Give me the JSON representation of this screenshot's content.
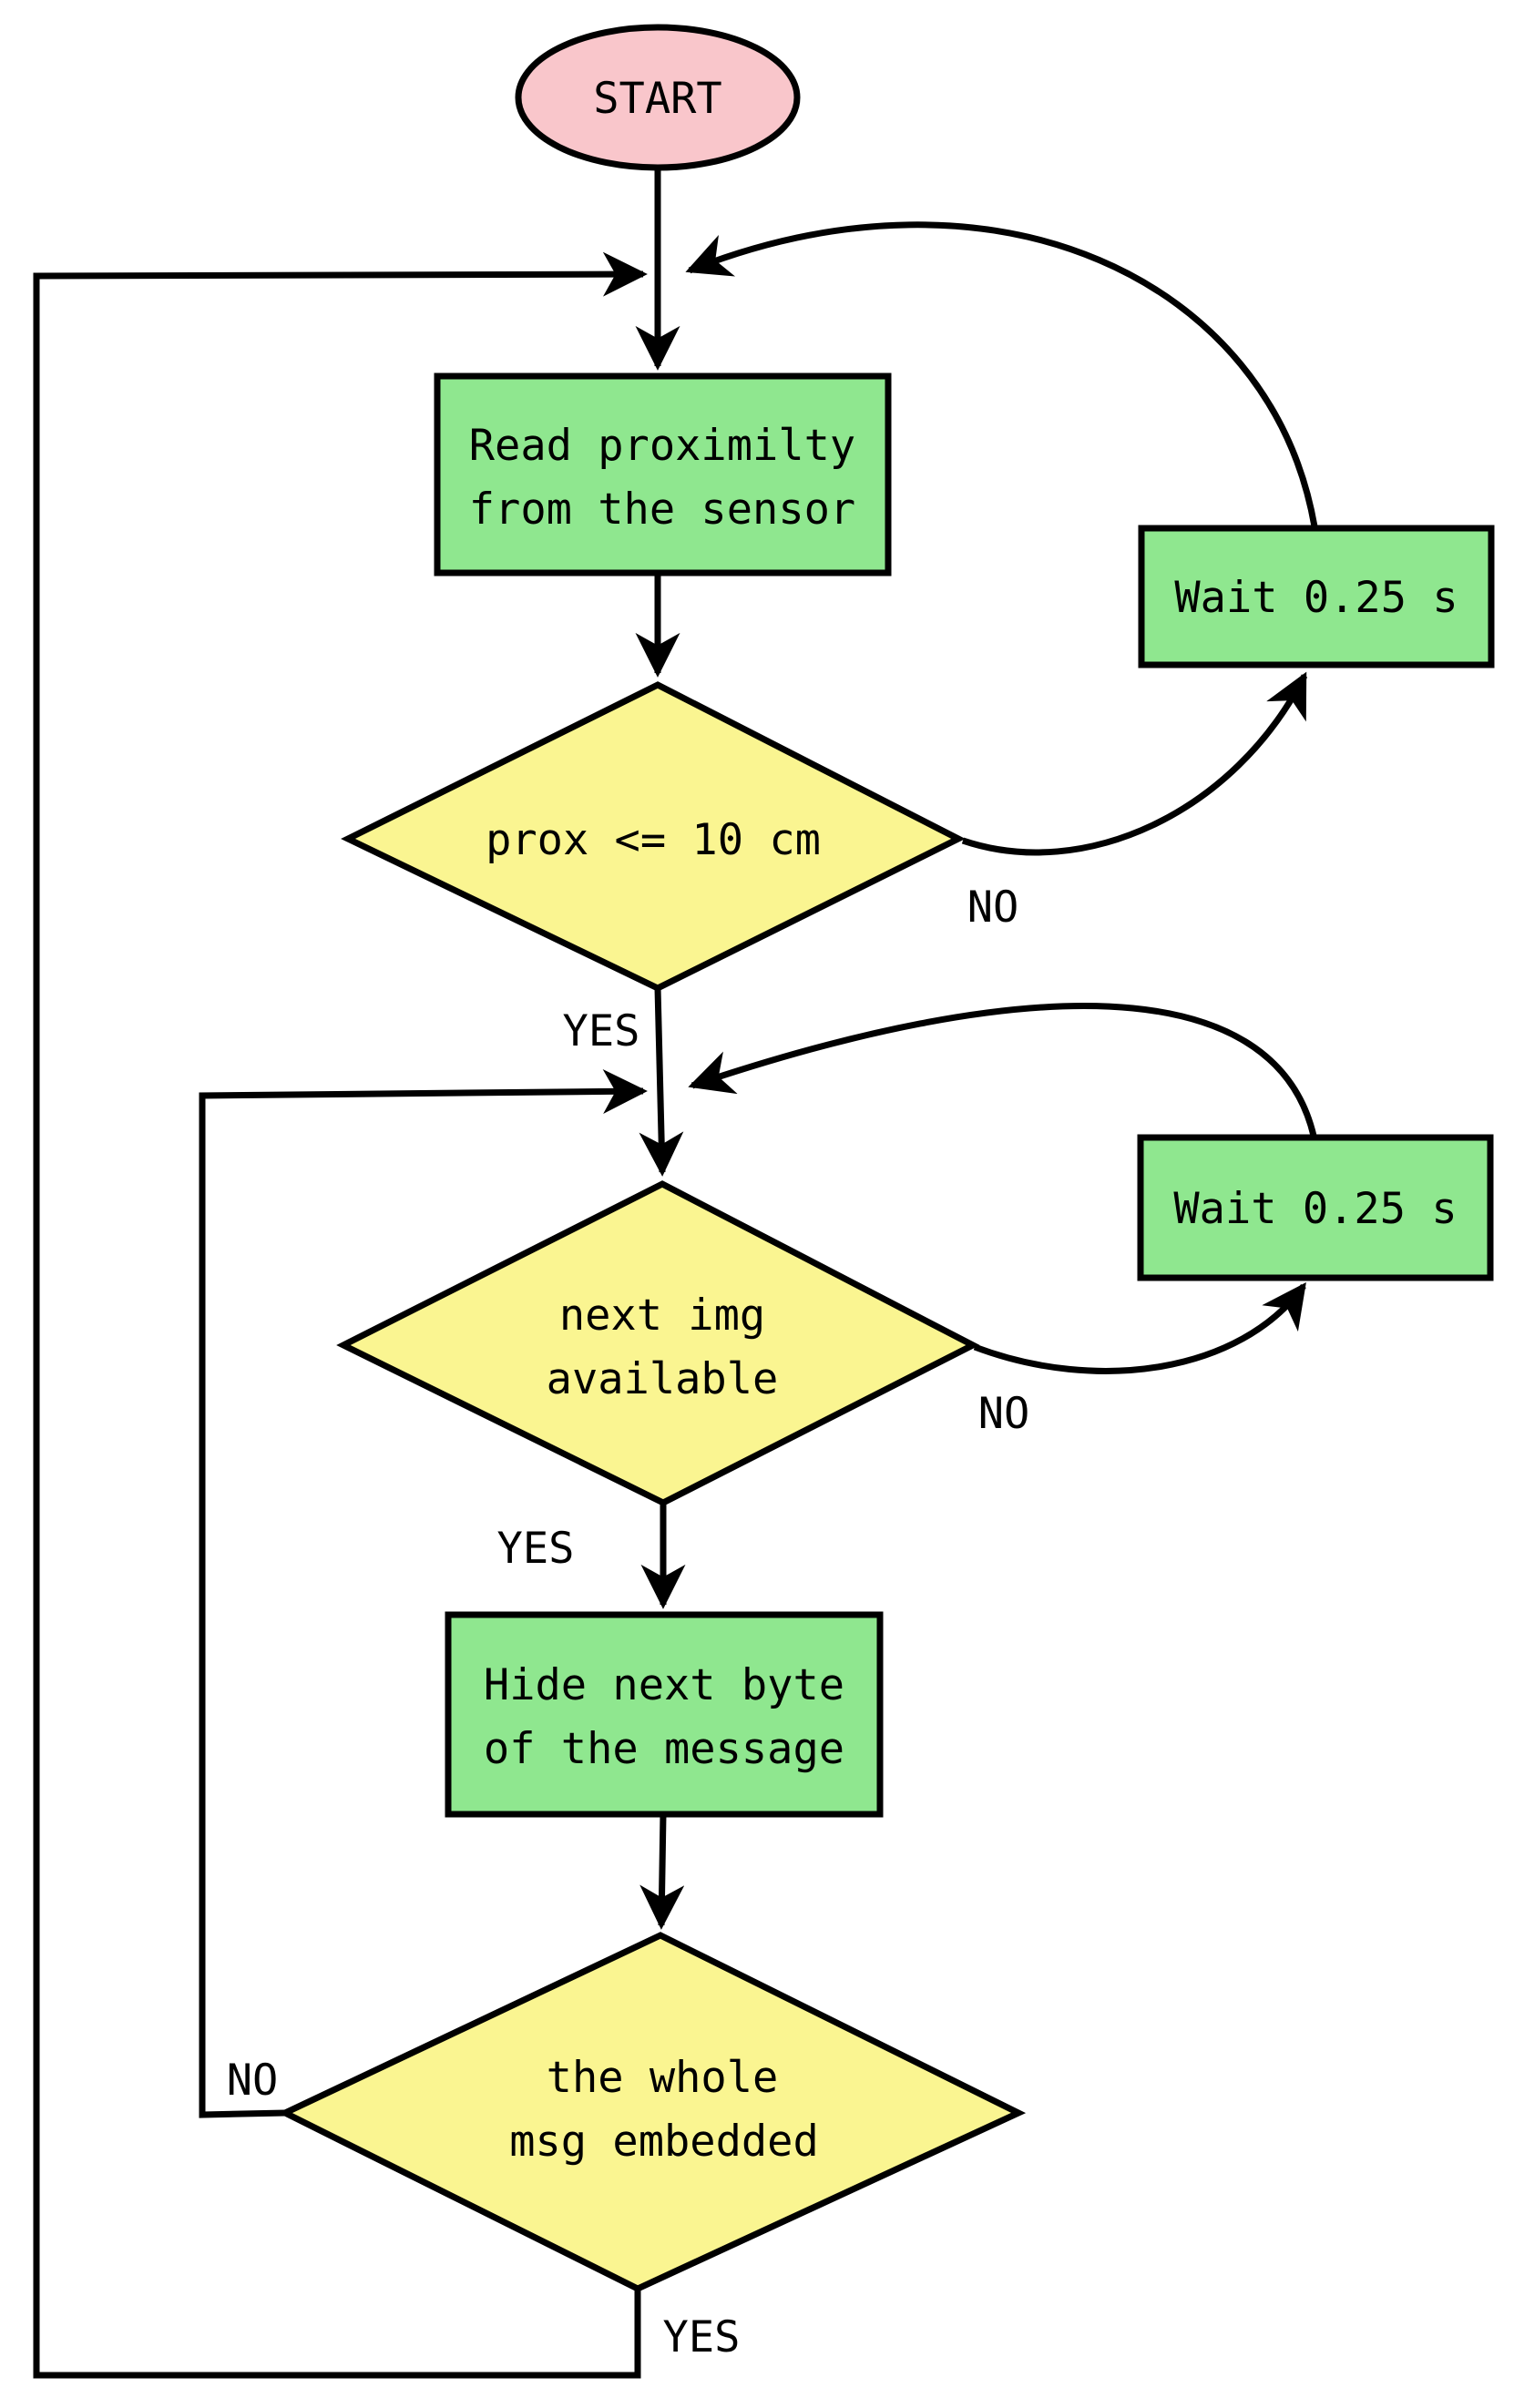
{
  "flowchart": {
    "nodes": {
      "start": {
        "type": "terminator",
        "label": "START"
      },
      "read_sensor": {
        "type": "process",
        "line1": "Read proximilty",
        "line2": "from the sensor"
      },
      "prox_decision": {
        "type": "decision",
        "label": "prox <= 10 cm"
      },
      "wait_top": {
        "type": "process",
        "label": "Wait 0.25 s"
      },
      "img_decision": {
        "type": "decision",
        "line1": "next img",
        "line2": "available"
      },
      "wait_bottom": {
        "type": "process",
        "label": "Wait 0.25 s"
      },
      "hide_byte": {
        "type": "process",
        "line1": "Hide next byte",
        "line2": "of the message"
      },
      "embed_decision": {
        "type": "decision",
        "line1": "the whole",
        "line2": "msg embedded"
      }
    },
    "edge_labels": {
      "prox_yes": "YES",
      "prox_no": "NO",
      "img_yes": "YES",
      "img_no": "NO",
      "embed_yes": "YES",
      "embed_no": "NO"
    },
    "colors": {
      "terminator_fill": "#f9c6cb",
      "process_fill": "#8fe78f",
      "decision_fill": "#faf591",
      "line": "#000000",
      "background": "#ffffff"
    }
  }
}
